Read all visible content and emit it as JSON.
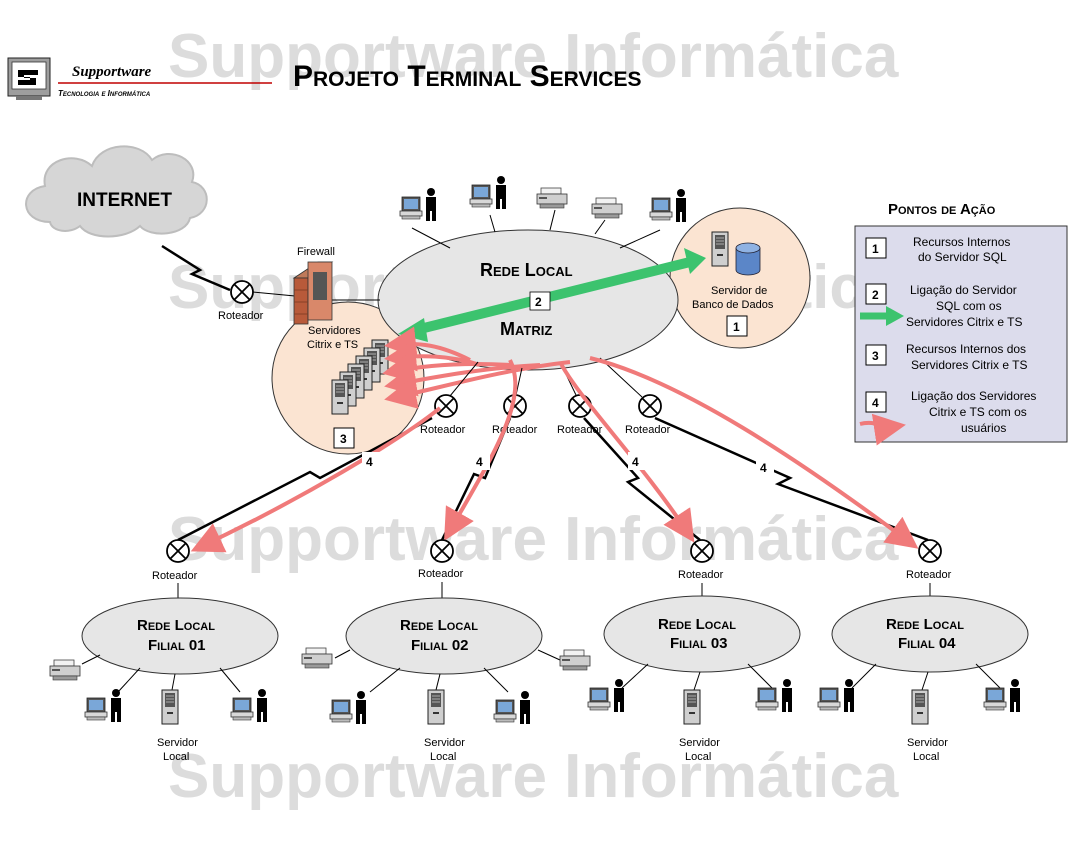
{
  "watermark": "Supportware Informática",
  "logo": {
    "name": "Supportware",
    "tagline": "Tecnologia e Informática"
  },
  "title": "Projeto Terminal Services",
  "internet": {
    "label": "INTERNET"
  },
  "firewall": {
    "label": "Firewall"
  },
  "router_label": "Roteador",
  "matriz": {
    "line1": "Rede Local",
    "line2": "Matriz",
    "link_number": "2"
  },
  "db_server": {
    "label_line1": "Servidor de",
    "label_line2": "Banco de Dados",
    "number": "1"
  },
  "citrix": {
    "label_line1": "Servidores",
    "label_line2": "Citrix e TS",
    "number": "3"
  },
  "wan_link_number": "4",
  "branches": [
    {
      "line1": "Rede Local",
      "line2": "Filial 01",
      "server_line1": "Servidor",
      "server_line2": "Local"
    },
    {
      "line1": "Rede Local",
      "line2": "Filial 02",
      "server_line1": "Servidor",
      "server_line2": "Local"
    },
    {
      "line1": "Rede Local",
      "line2": "Filial 03",
      "server_line1": "Servidor",
      "server_line2": "Local"
    },
    {
      "line1": "Rede Local",
      "line2": "Filial 04",
      "server_line1": "Servidor",
      "server_line2": "Local"
    }
  ],
  "legend": {
    "title": "Pontos de Ação",
    "items": [
      {
        "number": "1",
        "lines": [
          "Recursos Internos",
          "do Servidor SQL"
        ]
      },
      {
        "number": "2",
        "lines": [
          "Ligação do Servidor",
          "SQL com os",
          "Servidores Citrix e TS"
        ]
      },
      {
        "number": "3",
        "lines": [
          "Recursos Internos dos",
          "Servidores Citrix e TS"
        ]
      },
      {
        "number": "4",
        "lines": [
          "Ligação dos Servidores",
          "Citrix e TS com os",
          "usuários"
        ]
      }
    ]
  },
  "colors": {
    "green_arrow": "#3cc36e",
    "red_arrow": "#f07a7a",
    "zone_fill": "#fbe4d2",
    "network_fill": "#e6e6e6",
    "legend_fill": "#dcdcec"
  },
  "icons": [
    "pc-user-icon",
    "printer-icon",
    "server-icon",
    "database-icon",
    "router-icon",
    "firewall-icon",
    "cloud-icon",
    "lightning-link-icon"
  ]
}
